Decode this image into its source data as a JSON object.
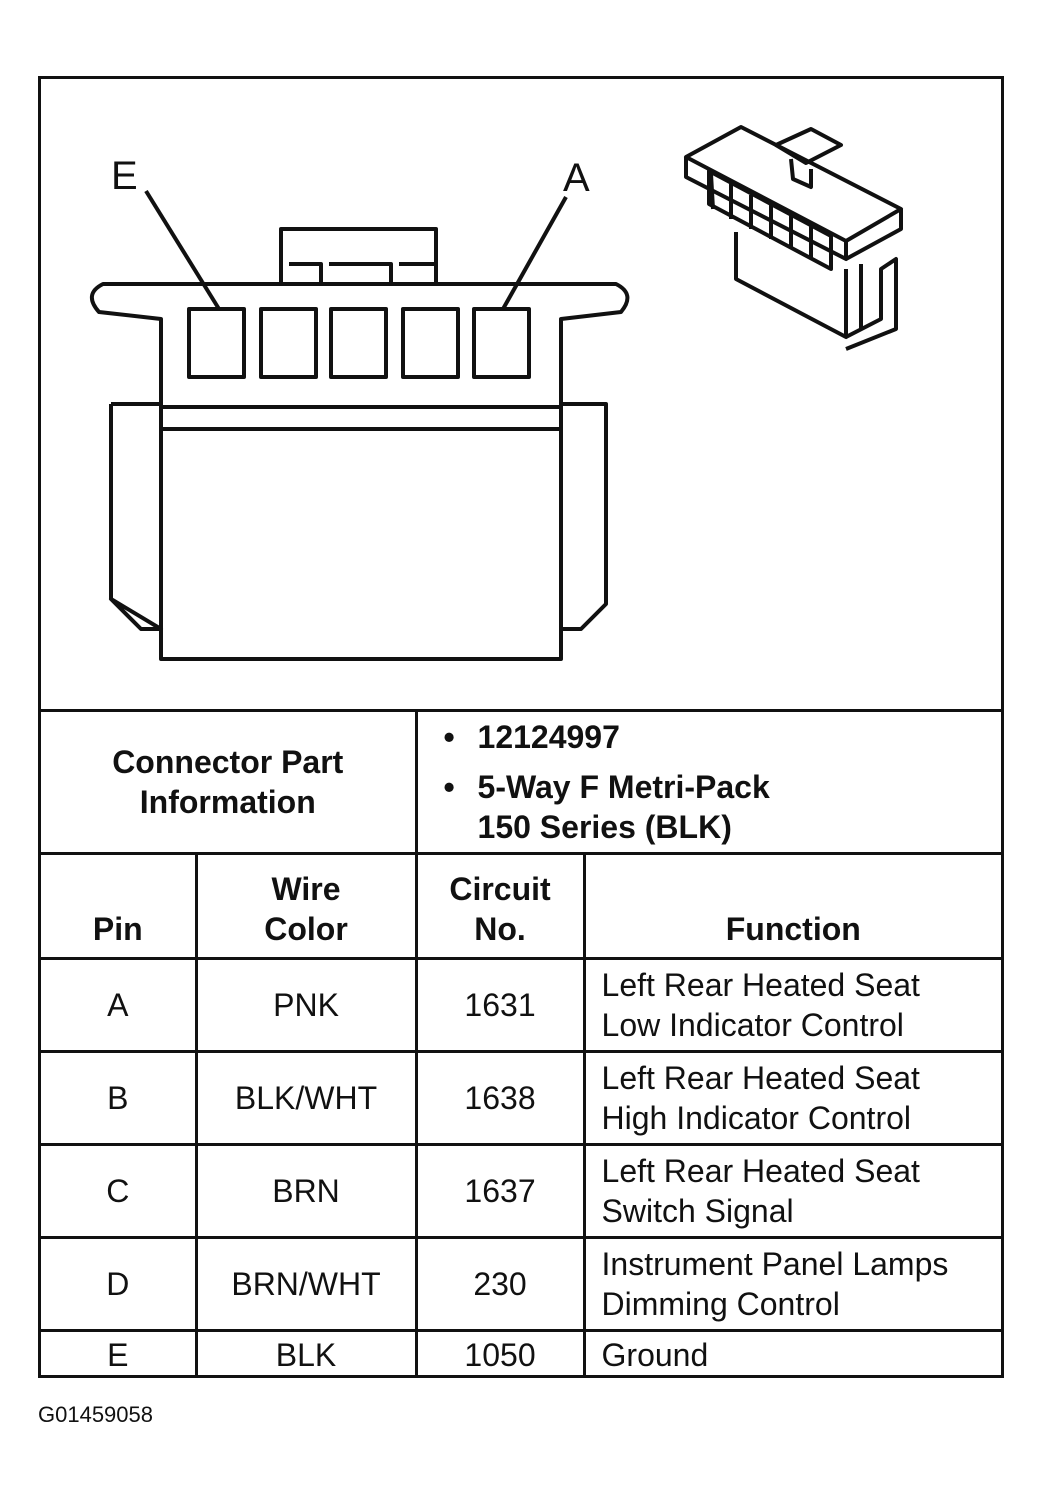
{
  "diagram": {
    "pin_label_left": "E",
    "pin_label_right": "A"
  },
  "connector_info": {
    "label_line1": "Connector Part",
    "label_line2": "Information",
    "part_number": "12124997",
    "description_line1": "5-Way F Metri-Pack",
    "description_line2": "150 Series (BLK)"
  },
  "table": {
    "headers": {
      "pin": "Pin",
      "wire_color_line1": "Wire",
      "wire_color_line2": "Color",
      "circuit_line1": "Circuit",
      "circuit_line2": "No.",
      "function": "Function"
    },
    "rows": [
      {
        "pin": "A",
        "wire": "PNK",
        "circuit": "1631",
        "function_line1": "Left Rear Heated Seat",
        "function_line2": "Low Indicator Control"
      },
      {
        "pin": "B",
        "wire": "BLK/WHT",
        "circuit": "1638",
        "function_line1": "Left Rear Heated Seat",
        "function_line2": "High Indicator Control"
      },
      {
        "pin": "C",
        "wire": "BRN",
        "circuit": "1637",
        "function_line1": "Left Rear Heated Seat",
        "function_line2": "Switch Signal"
      },
      {
        "pin": "D",
        "wire": "BRN/WHT",
        "circuit": "230",
        "function_line1": "Instrument Panel Lamps",
        "function_line2": "Dimming Control"
      },
      {
        "pin": "E",
        "wire": "BLK",
        "circuit": "1050",
        "function_line1": "Ground",
        "function_line2": ""
      }
    ]
  },
  "figure_id": "G01459058"
}
